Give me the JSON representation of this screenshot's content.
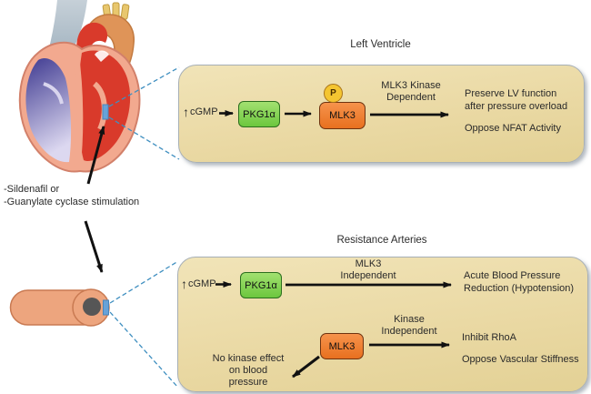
{
  "figure": {
    "up_arrow_glyph": "↑",
    "stimulus": {
      "line1": "-Sildenafil or",
      "line2": "-Guanylate cyclase stimulation"
    },
    "top_panel": {
      "title": "Left Ventricle",
      "cgmp": "cGMP",
      "pkg": "PKG1α",
      "mlk3": "MLK3",
      "phospho": "P",
      "arrow_label": {
        "line1": "MLK3 Kinase",
        "line2": "Dependent"
      },
      "outcome1": {
        "line1": "Preserve LV function",
        "line2": "after pressure overload"
      },
      "outcome2": "Oppose NFAT Activity"
    },
    "bottom_panel": {
      "title": "Resistance Arteries",
      "cgmp": "cGMP",
      "pkg": "PKG1α",
      "mlk3": "MLK3",
      "row1_arrow_label": {
        "line1": "MLK3",
        "line2": "Independent"
      },
      "row1_outcome": {
        "line1": "Acute Blood Pressure",
        "line2": "Reduction (Hypotension)"
      },
      "row2_arrow_label": {
        "line1": "Kinase",
        "line2": "Independent"
      },
      "row2_outcome1": "Inhibit RhoA",
      "row2_outcome2": "Oppose Vascular Stiffness",
      "no_kinase": {
        "line1": "No kinase effect",
        "line2": "on blood",
        "line3": "pressure"
      }
    }
  },
  "colors": {
    "panel_fill": "#ead9a4",
    "panel_border": "#a8b0b6",
    "green_fill": "#85d356",
    "green_border": "#2c6e1e",
    "orange_fill": "#ee7b2f",
    "orange_border": "#6e3310",
    "p_fill": "#f4c531",
    "p_border": "#a8731a",
    "dashed_line": "#3f8fc0",
    "marker_blue": "#68a2d8",
    "heart_wall": "#f2a98f",
    "heart_red": "#d93a2b",
    "heart_blue": "#3f3a91",
    "vessel_fill": "#eda57e",
    "text": "#2a2a2a"
  }
}
